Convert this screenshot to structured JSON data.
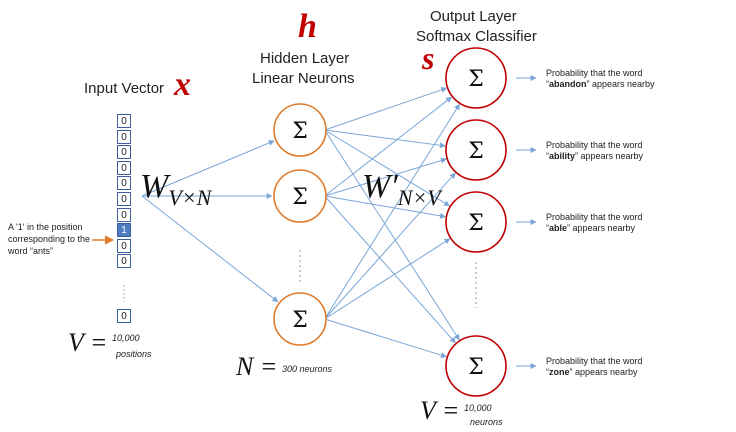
{
  "input": {
    "title": "Input Vector",
    "symbol": "x",
    "cells": [
      "0",
      "0",
      "0",
      "0",
      "0",
      "0",
      "0",
      "1",
      "0",
      "0"
    ],
    "last_cell": "0",
    "hot_index": 7,
    "annotation": [
      "A '1' in the position",
      "corresponding to the",
      "word “ants”"
    ],
    "v_symbol": "V =",
    "v_value": "10,000",
    "v_unit": "positions"
  },
  "hidden": {
    "symbol": "h",
    "title_line1": "Hidden Layer",
    "title_line2": "Linear Neurons",
    "neuron_symbol": "Σ",
    "n_symbol": "N =",
    "n_value": "300 neurons"
  },
  "weights": {
    "input_hidden": "W",
    "input_hidden_sub": "V×N",
    "hidden_output": "W′",
    "hidden_output_sub": "N×V"
  },
  "output": {
    "title_line1": "Output Layer",
    "title_line2": "Softmax Classifier",
    "symbol": "s",
    "neuron_symbol": "Σ",
    "v_symbol": "V =",
    "v_value": "10,000",
    "v_unit": "neurons",
    "probabilities": [
      {
        "prefix": "Probability that the word",
        "word": "abandon",
        "suffix": "appears nearby"
      },
      {
        "prefix": "Probability that the word",
        "word": "ability",
        "suffix": "appears nearby"
      },
      {
        "prefix": "Probability that the word",
        "word": "able",
        "suffix": "appears nearby"
      },
      {
        "prefix": "Probability that the word",
        "word": "zone",
        "suffix": "appears nearby"
      }
    ]
  },
  "colors": {
    "hidden_node": "#e07b2a",
    "output_node": "#c00000",
    "edge": "#7aa6d6",
    "vector_border": "#3a5f9a",
    "hot_cell": "#4d7fc0",
    "annotation_arrow": "#e07b2a"
  }
}
